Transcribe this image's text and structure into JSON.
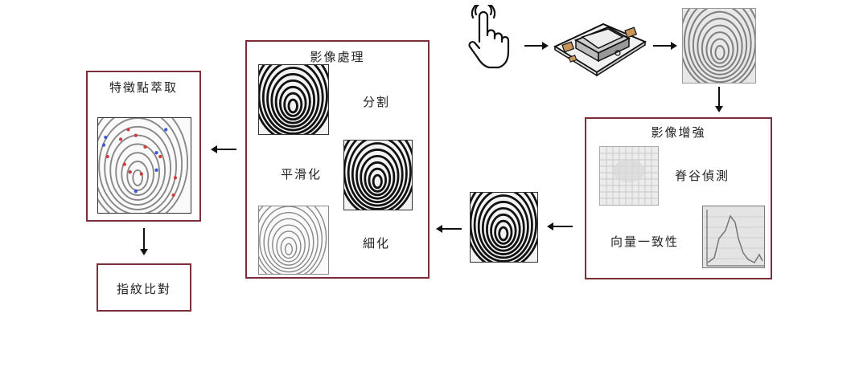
{
  "feature_box": {
    "title": "特徵點萃取"
  },
  "processing_box": {
    "title": "影像處理",
    "segmentation": "分割",
    "smoothing": "平滑化",
    "thinning": "細化"
  },
  "enhancement_box": {
    "title": "影像增強",
    "ridge_detection": "脊谷偵測",
    "orientation_coherence": "向量一致性"
  },
  "matching_box": {
    "title": "指紋比對"
  },
  "icons": {
    "finger": "finger-touch-icon",
    "sensor": "fingerprint-sensor-icon"
  },
  "colors": {
    "box_border": "#7a2e3a",
    "minutia_red": "#d23a3a",
    "minutia_blue": "#3a5ad2"
  }
}
